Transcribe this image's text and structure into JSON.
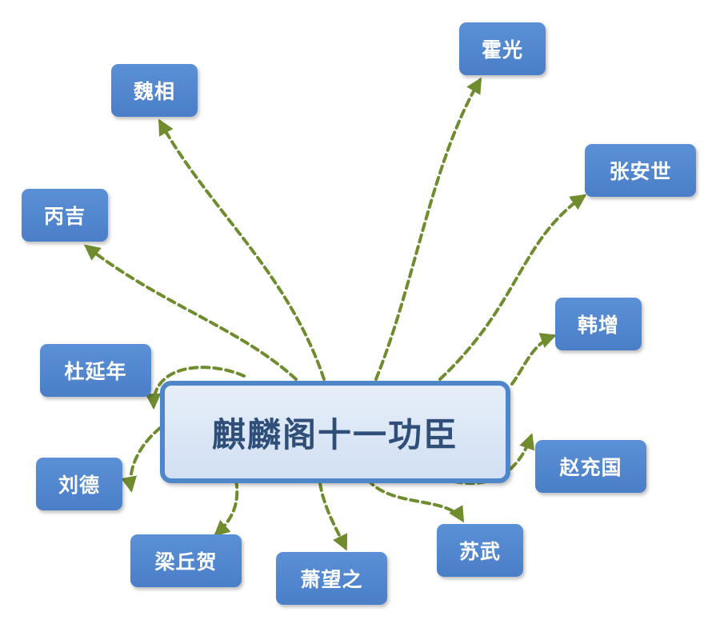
{
  "center": {
    "label": "麒麟阁十一功臣"
  },
  "ministers": {
    "huo_guang": "霍光",
    "wei_xiang": "魏相",
    "zhang_anshi": "张安世",
    "bing_ji": "丙吉",
    "han_zeng": "韩增",
    "du_yannian": "杜延年",
    "zhao_chongguo": "赵充国",
    "liu_de": "刘德",
    "su_wu": "苏武",
    "liang_qiuhe": "梁丘贺",
    "xiao_wangzhi": "萧望之"
  },
  "colors": {
    "node_fill": "#4f86ca",
    "center_fill": "#dbe6f5",
    "center_border": "#4f86ca",
    "arrow": "#6f8c2e"
  }
}
